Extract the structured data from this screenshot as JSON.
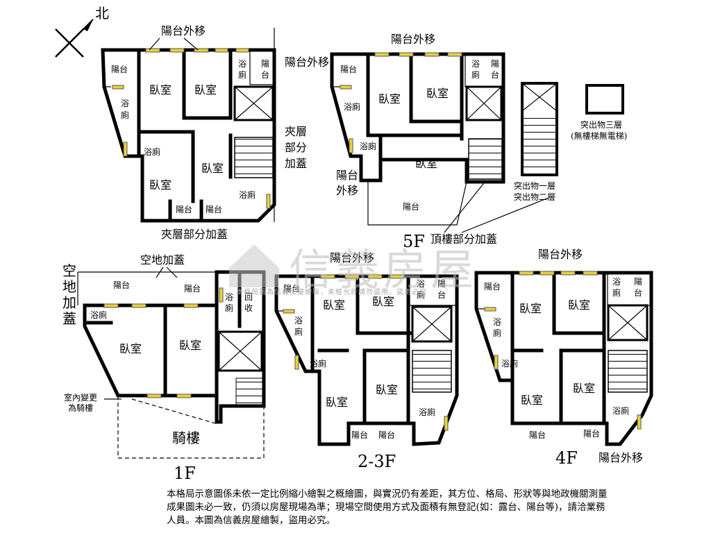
{
  "compass": {
    "north": "北"
  },
  "mezzanine": {
    "top_label": "陽台外移",
    "right_label": "陽台外移",
    "side_note": [
      "夾層",
      "部分",
      "加蓋"
    ],
    "bottom_label": "夾層部分加蓋",
    "rooms": {
      "balcony_tl": "陽台",
      "bath_top": "浴",
      "bath_top2": "廁",
      "balcony_tr": "陽",
      "balcony_tr2": "台",
      "bath_left": "浴",
      "bath_left2": "廁",
      "bed1": "臥室",
      "bed2": "臥室",
      "bath_mid": "浴廁",
      "bed3": "臥室",
      "bed4": "臥室",
      "bath_br": "浴廁",
      "balcony_b1": "陽台",
      "balcony_b2": "陽台"
    }
  },
  "f5": {
    "top_label": "陽台外移",
    "left_label": [
      "陽台",
      "外移"
    ],
    "floor": "5F",
    "roof_note": "頂樓部分加蓋",
    "rooms": {
      "balcony_tl": "陽台",
      "bath_top": "浴",
      "bath_top2": "廁",
      "balcony_tr": "陽",
      "balcony_tr2": "台",
      "bath_left": "浴廁",
      "bed1": "臥室",
      "bed2": "臥室",
      "bath_mid": "浴廁",
      "bed3": "臥室",
      "balcony_b": "陽台"
    }
  },
  "protrusions": {
    "stair_note": [
      "突出物一層",
      "突出物二層"
    ],
    "box_note": [
      "突出物三層",
      "(無樓梯無電梯)"
    ]
  },
  "f1": {
    "top_label": "空地加蓋",
    "left_note": [
      "空",
      "地",
      "加",
      "蓋"
    ],
    "change_note": [
      "室內變更",
      "為騎樓"
    ],
    "arcade": "騎樓",
    "floor": "1F",
    "rooms": {
      "balcony_l": "陽台",
      "balcony_r": "陽台",
      "bath_l": "浴廁",
      "bath_r": "浴",
      "bath_r2": "廁",
      "recycle": "回",
      "recycle2": "收",
      "bed1": "臥室",
      "bed2": "臥室"
    }
  },
  "f23": {
    "top_label": "陽台外移",
    "floor": "2-3F",
    "rooms": {
      "balcony_tl": "陽台",
      "bath_top": "浴",
      "bath_top2": "廁",
      "balcony_tr": "陽",
      "balcony_tr2": "台",
      "bed1": "臥室",
      "bed2": "臥室",
      "bath_left": "浴",
      "bath_left2": "廁",
      "bath_mid": "浴廁",
      "bed3": "臥室",
      "bed4": "臥室",
      "bath_br": "浴廁",
      "balcony_b1": "陽台",
      "balcony_b2": "陽台"
    }
  },
  "f4": {
    "top_label": "陽台外移",
    "bottom_label": "陽台外移",
    "floor": "4F",
    "rooms": {
      "balcony_tl": "陽台",
      "bath_top": "浴",
      "bath_top2": "廁",
      "balcony_tr": "陽",
      "balcony_tr2": "台",
      "bed1": "臥室",
      "bed2": "臥室",
      "bath_left": "浴",
      "bath_left2": "廁",
      "bath_mid": "浴廁",
      "bed3": "臥室",
      "bed4": "臥室",
      "bath_br": "浴廁",
      "balcony_b1": "陽台",
      "balcony_b2": "陽台"
    }
  },
  "watermark": {
    "brand": "信義房屋",
    "sub": "本格局圖為信義房屋繪製，未經允許請勿盜用，盜用必究"
  },
  "footer": {
    "text": "本格局示意圖係未依一定比例縮小繪製之概繪圖，與實況仍有差距，其方位、格局、形狀等與地政機關測量成果圖未必一致，仍須以房屋現場為準；現場空間使用方式及面積有無登記(如：露台、陽台等)，請洽業務人員。本圖為信義房屋繪製，盜用必究。"
  }
}
